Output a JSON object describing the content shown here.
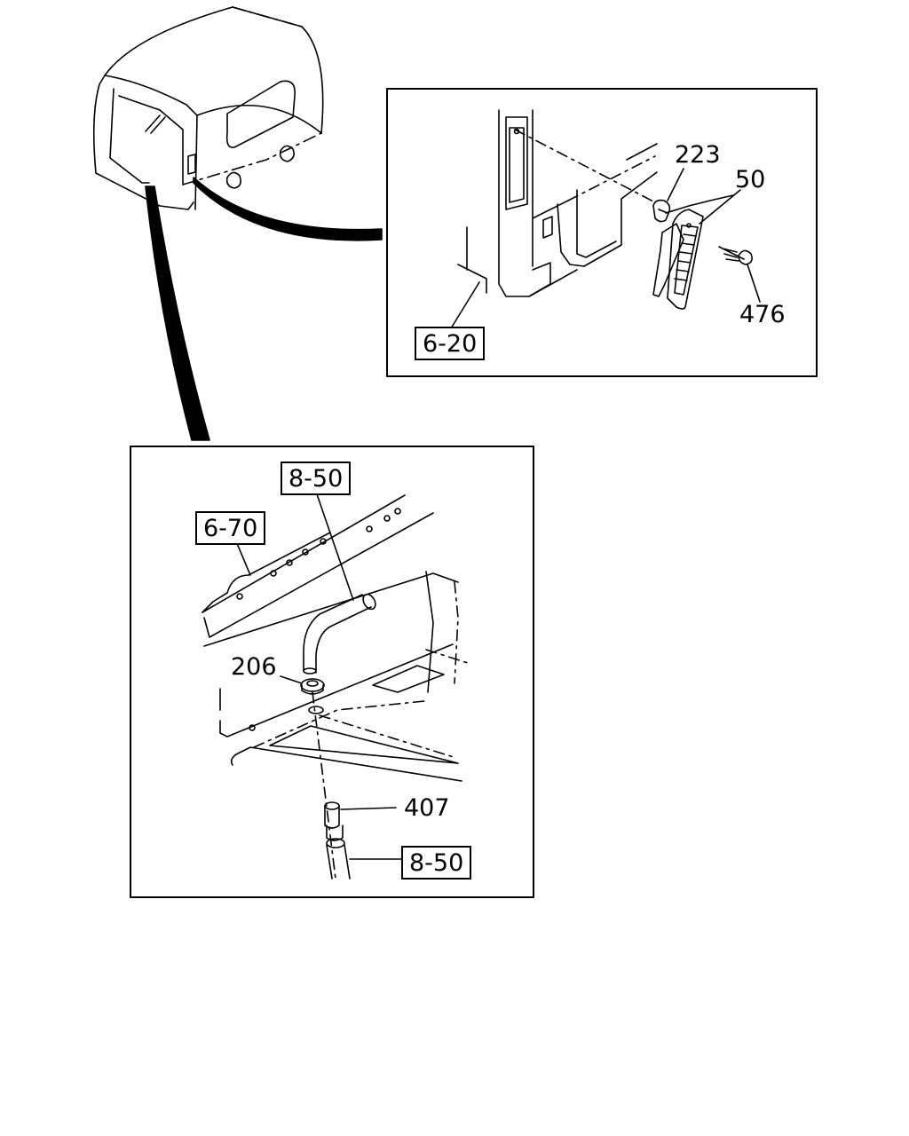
{
  "callouts": {
    "p223": "223",
    "p50": "50",
    "p476": "476",
    "ref_6_20": "6-20",
    "ref_8_50_top": "8-50",
    "ref_6_70": "6-70",
    "p206": "206",
    "p407": "407",
    "ref_8_50_bottom": "8-50"
  },
  "colors": {
    "ink": "#000000",
    "paper": "#ffffff"
  }
}
